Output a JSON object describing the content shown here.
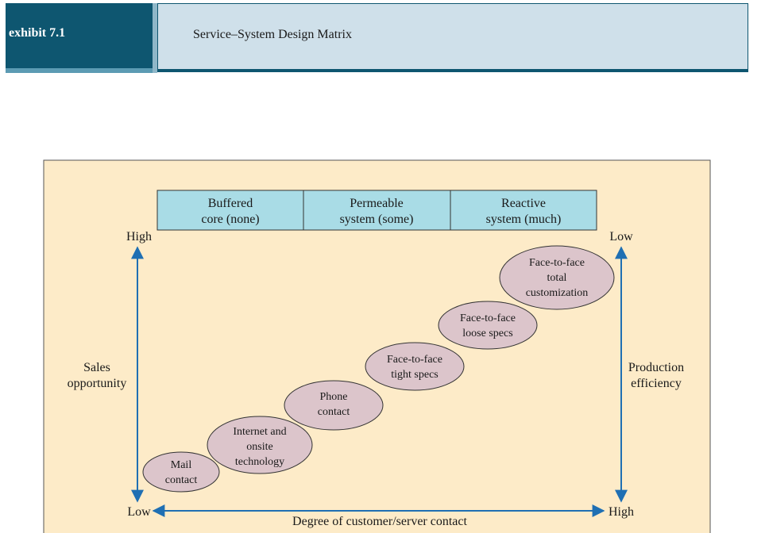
{
  "header": {
    "exhibit": "exhibit 7.1",
    "title": "Service–System Design Matrix"
  },
  "columns": [
    {
      "line1": "Buffered",
      "line2": "core (none)"
    },
    {
      "line1": "Permeable",
      "line2": "system (some)"
    },
    {
      "line1": "Reactive",
      "line2": "system (much)"
    }
  ],
  "left_axis": {
    "top": "High",
    "bottom": "Low",
    "label_line1": "Sales",
    "label_line2": "opportunity"
  },
  "right_axis": {
    "top": "Low",
    "bottom": "High",
    "label_line1": "Production",
    "label_line2": "efficiency"
  },
  "bottom_axis": {
    "label": "Degree of customer/server contact"
  },
  "items": [
    {
      "lines": [
        "Mail",
        "contact"
      ]
    },
    {
      "lines": [
        "Internet and",
        "onsite",
        "technology"
      ]
    },
    {
      "lines": [
        "Phone",
        "contact"
      ]
    },
    {
      "lines": [
        "Face-to-face",
        "tight specs"
      ]
    },
    {
      "lines": [
        "Face-to-face",
        "loose specs"
      ]
    },
    {
      "lines": [
        "Face-to-face",
        "total",
        "customization"
      ]
    }
  ],
  "colors": {
    "panel_bg": "#fdebc8",
    "column_fill": "#a9dce6",
    "ellipse_fill": "#dcc5cb",
    "arrow": "#1f6fb3",
    "header_dark": "#0e5670",
    "header_light": "#cfe0ea"
  }
}
